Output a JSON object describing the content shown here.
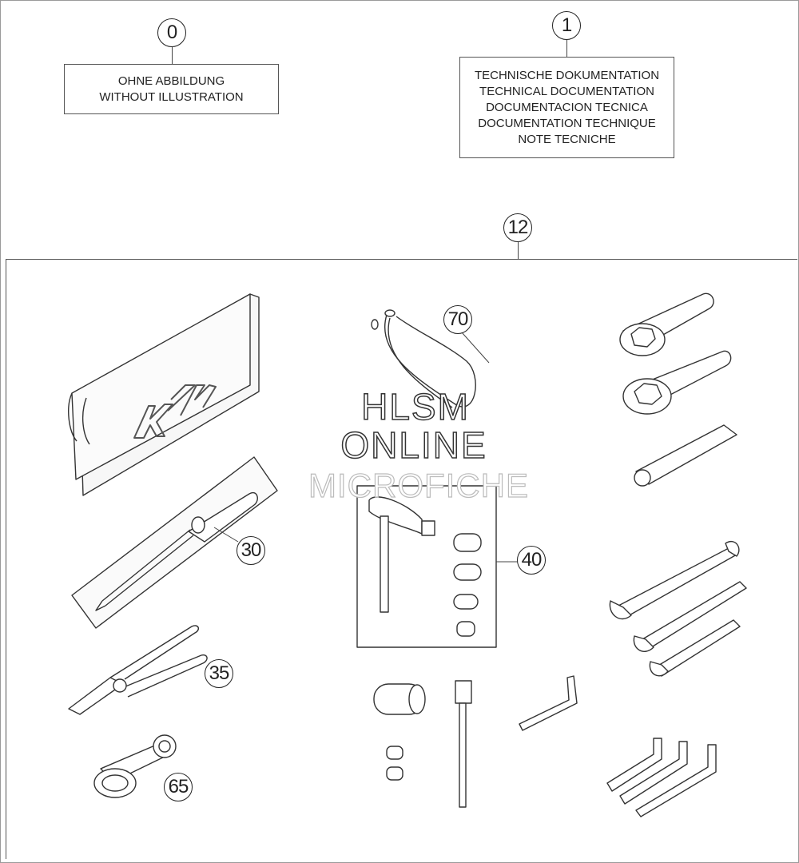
{
  "callouts": {
    "c0": "0",
    "c1": "1",
    "c12": "12",
    "c70": "70",
    "c30": "30",
    "c40": "40",
    "c35": "35",
    "c65": "65"
  },
  "box0": {
    "line1": "OHNE ABBILDUNG",
    "line2": "WITHOUT ILLUSTRATION"
  },
  "box1": {
    "line1": "TECHNISCHE DOKUMENTATION",
    "line2": "TECHNICAL DOCUMENTATION",
    "line3": "DOCUMENTACION TECNICA",
    "line4": "DOCUMENTATION TECHNIQUE",
    "line5": "NOTE TECNICHE"
  },
  "logo_text": "KTM",
  "watermark": {
    "line1": "HLSM",
    "line2": "ONLINE",
    "line3": "MICROFICHE"
  },
  "icons": {
    "tool_bag": "tool-bag-icon",
    "screwdriver": "screwdriver-icon",
    "cable": "safety-cable-icon",
    "t_handle": "t-handle-wrench-icon",
    "bits": "bit-socket-icon",
    "pliers": "pliers-icon",
    "ring_spanner": "ring-spanner-icon",
    "hook_wrench": "hook-wrench-icon",
    "bar": "tommy-bar-icon",
    "open_wrench": "open-end-wrench-icon",
    "hex_key": "hex-key-icon",
    "socket": "socket-icon",
    "extension": "extension-bar-icon"
  }
}
